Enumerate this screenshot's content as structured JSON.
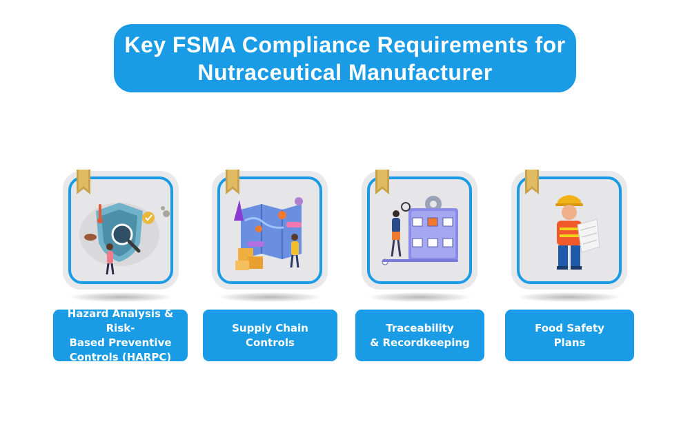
{
  "title": {
    "line1": "Key FSMA Compliance Requirements for",
    "line2": "Nutraceutical Manufacturer"
  },
  "colors": {
    "accent": "#1a9be6",
    "card_bg": "#e9e9eb",
    "ribbon": "#c9a24a"
  },
  "cards": [
    {
      "icon": "hazard-analysis-shield-icon",
      "label_lines": [
        "Hazard Analysis & Risk-",
        "Based Preventive",
        "Controls (HARPC)"
      ]
    },
    {
      "icon": "supply-chain-map-icon",
      "label_lines": [
        "Supply Chain",
        "Controls"
      ]
    },
    {
      "icon": "traceability-records-board-icon",
      "label_lines": [
        "Traceability",
        "& Recordkeeping"
      ]
    },
    {
      "icon": "food-safety-worker-plan-icon",
      "label_lines": [
        "Food Safety",
        "Plans"
      ]
    }
  ]
}
